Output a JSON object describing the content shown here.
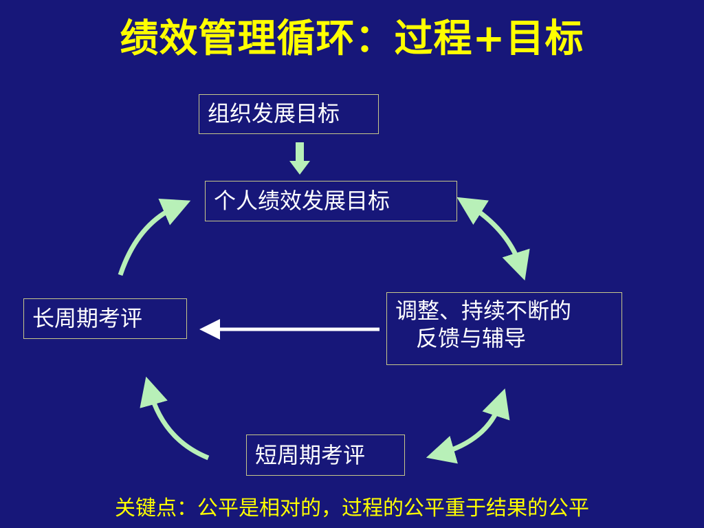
{
  "title": "绩效管理循环：过程+目标",
  "boxes": {
    "org_goal": "组织发展目标",
    "personal_goal": "个人绩效发展目标",
    "long_review": "长周期考评",
    "feedback_line1": "调整、持续不断的",
    "feedback_line2": "反馈与辅导",
    "short_review": "短周期考评"
  },
  "key_point": "关键点：公平是相对的，过程的公平重于结果的公平",
  "colors": {
    "background": "#171779",
    "title": "#ffff00",
    "box_text": "#ffffff",
    "box_border": "#c9c98a",
    "curved_arrow": "#b8f0b8",
    "straight_arrow": "#ffffff"
  }
}
